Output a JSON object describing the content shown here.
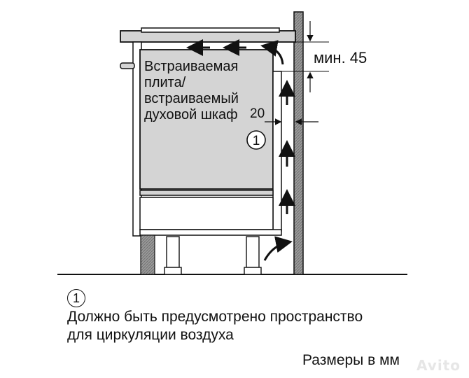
{
  "diagram": {
    "appliance_label_lines": [
      "Встраиваемая",
      "плита/",
      "встраиваемый",
      "духовой шкаф"
    ],
    "dimension_top": "мин. 45",
    "dimension_gap": "20",
    "marker_number": "1"
  },
  "note": {
    "marker_number": "1",
    "line1": "Должно быть предусмотрено пространство",
    "line2": "для циркуляции воздуха"
  },
  "units_text": "Размеры в мм",
  "watermark": "Avito",
  "colors": {
    "gray_fill": "#d4d4d4",
    "dark_fill": "#8c8c8c",
    "stroke": "#111111"
  }
}
